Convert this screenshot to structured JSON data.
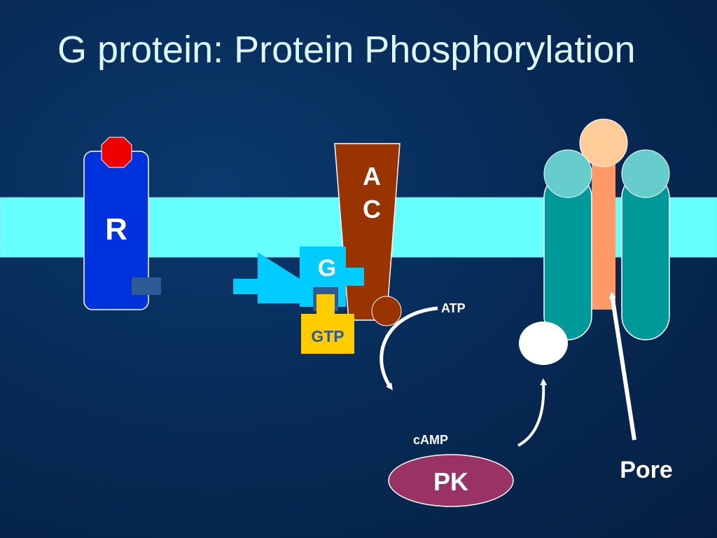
{
  "slide": {
    "title": "G protein: Protein Phosphorylation"
  },
  "diagram": {
    "receptor_label": "R",
    "adenylyl_cyclase_label_line1": "A",
    "adenylyl_cyclase_label_line2": "C",
    "g_protein_label": "G",
    "gtp_label": "GTP",
    "atp_label": "ATP",
    "camp_label": "cAMP",
    "protein_kinase_label": "PK",
    "pore_label": "Pore"
  },
  "colors": {
    "background": "#072b57",
    "membrane": "#66ffff",
    "receptor": "#0033dd",
    "ligand": "#ee0000",
    "adenylyl_cyclase": "#993300",
    "g_protein": "#00ccff",
    "gtp": "#ffcc00",
    "protein_kinase": "#993366",
    "channel_subunit": "#009999",
    "channel_subunit_top": "#66cccc",
    "pore": "#ff9966",
    "pore_top": "#ffcc99",
    "arrows": "#ffffff"
  }
}
